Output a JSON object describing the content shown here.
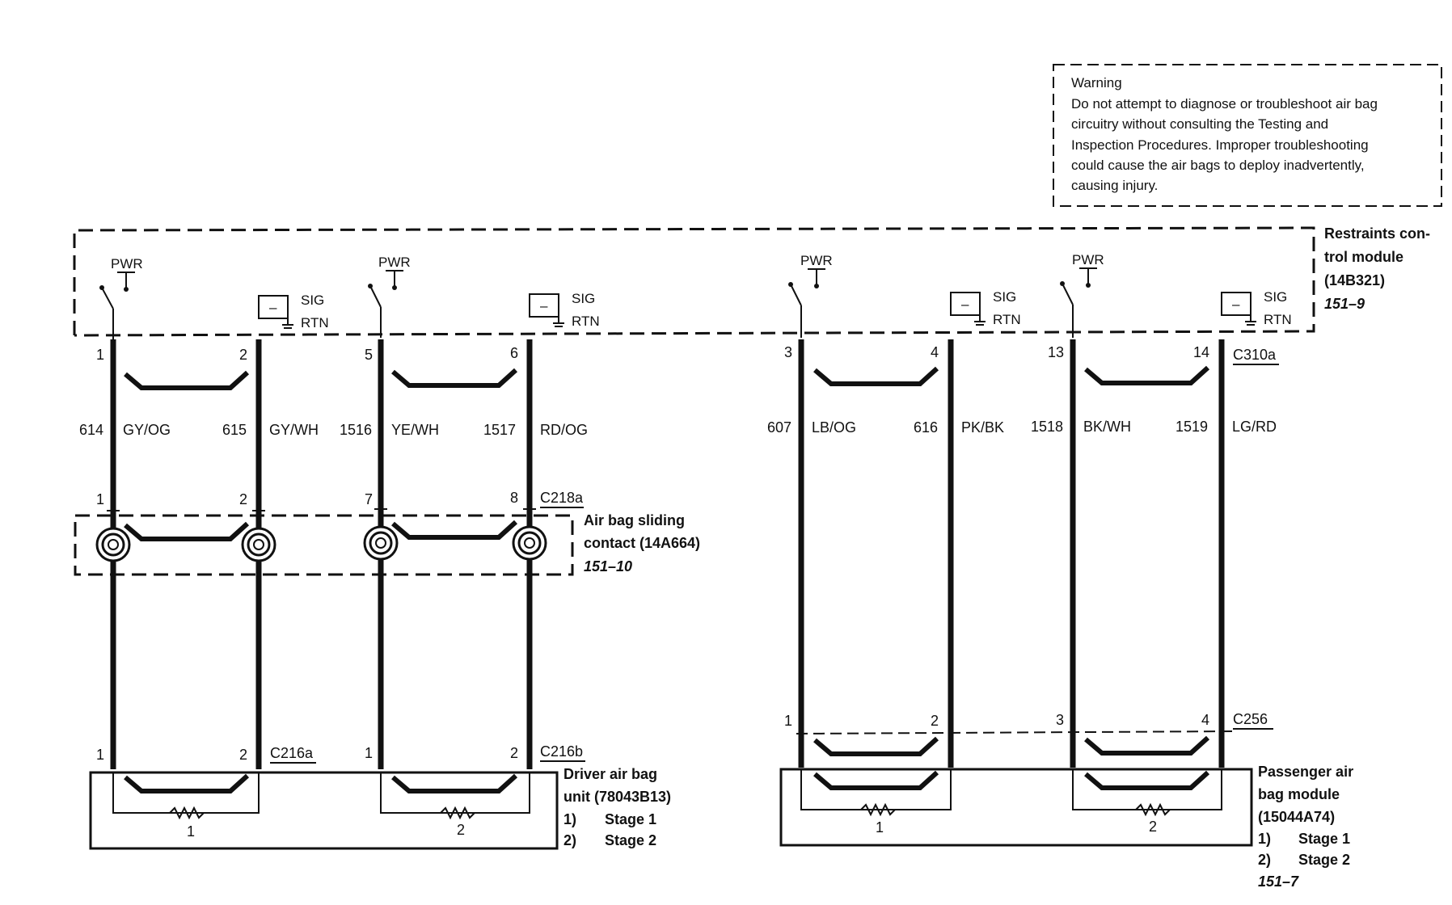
{
  "warning": {
    "title": "Warning",
    "lines": [
      "Do not attempt to diagnose or troubleshoot air bag",
      "circuitry without consulting the Testing and",
      "Inspection Procedures. Improper troubleshooting",
      "could cause the air bags to deploy inadvertently,",
      "causing injury."
    ]
  },
  "module": {
    "name_lines": [
      "Restraints con-",
      "trol module",
      "(14B321)"
    ],
    "ref": "151–9",
    "connector": "C310a"
  },
  "symbols": {
    "pwr": "PWR",
    "sig": "SIG",
    "rtn": "RTN",
    "minus": "–"
  },
  "driver": {
    "pins_top": [
      "1",
      "2",
      "5",
      "6"
    ],
    "wires": [
      {
        "circuit": "614",
        "color": "GY/OG"
      },
      {
        "circuit": "615",
        "color": "GY/WH"
      },
      {
        "circuit": "1516",
        "color": "YE/WH"
      },
      {
        "circuit": "1517",
        "color": "RD/OG"
      }
    ],
    "sliding_pins": [
      "1",
      "2",
      "7",
      "8"
    ],
    "sliding_connector": "C218a",
    "sliding_name_lines": [
      "Air bag sliding",
      "contact (14A664)"
    ],
    "sliding_ref": "151–10",
    "unit_pins": [
      "1",
      "2",
      "1",
      "2"
    ],
    "unit_connectors": [
      "C216a",
      "C216b"
    ],
    "stage_numbers": [
      "1",
      "2"
    ],
    "unit_name_lines": [
      "Driver air bag",
      "unit (78043B13)"
    ],
    "stages": [
      {
        "num": "1)",
        "label": "Stage 1"
      },
      {
        "num": "2)",
        "label": "Stage 2"
      }
    ]
  },
  "passenger": {
    "pins_top": [
      "3",
      "4",
      "13",
      "14"
    ],
    "wires": [
      {
        "circuit": "607",
        "color": "LB/OG"
      },
      {
        "circuit": "616",
        "color": "PK/BK"
      },
      {
        "circuit": "1518",
        "color": "BK/WH"
      },
      {
        "circuit": "1519",
        "color": "LG/RD"
      }
    ],
    "bottom_pins": [
      "1",
      "2",
      "3",
      "4"
    ],
    "bottom_connector": "C256",
    "stage_numbers": [
      "1",
      "2"
    ],
    "unit_name_lines": [
      "Passenger air",
      "bag module",
      "(15044A74)"
    ],
    "stages": [
      {
        "num": "1)",
        "label": "Stage 1"
      },
      {
        "num": "2)",
        "label": "Stage 2"
      }
    ],
    "ref": "151–7"
  }
}
